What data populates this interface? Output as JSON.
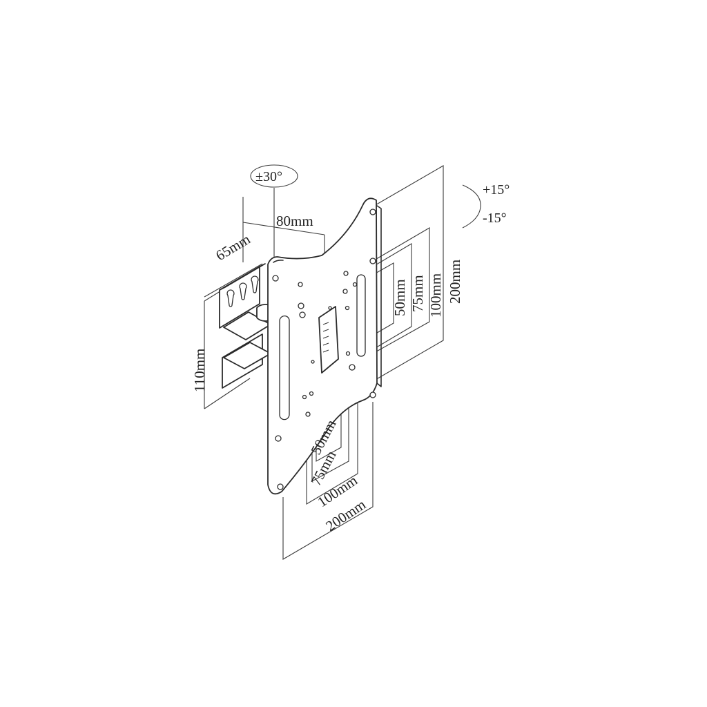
{
  "swivel_label": "±30°",
  "tilt": {
    "up_label": "+15°",
    "down_label": "-15°"
  },
  "wall_plate": {
    "width_label": "65mm",
    "height_label": "110mm"
  },
  "arm": {
    "depth_label": "80mm"
  },
  "vesa_vertical": [
    "50mm",
    "75mm",
    "100mm",
    "200mm"
  ],
  "vesa_horizontal": [
    "50mm",
    "75mm",
    "100mm",
    "200mm"
  ]
}
